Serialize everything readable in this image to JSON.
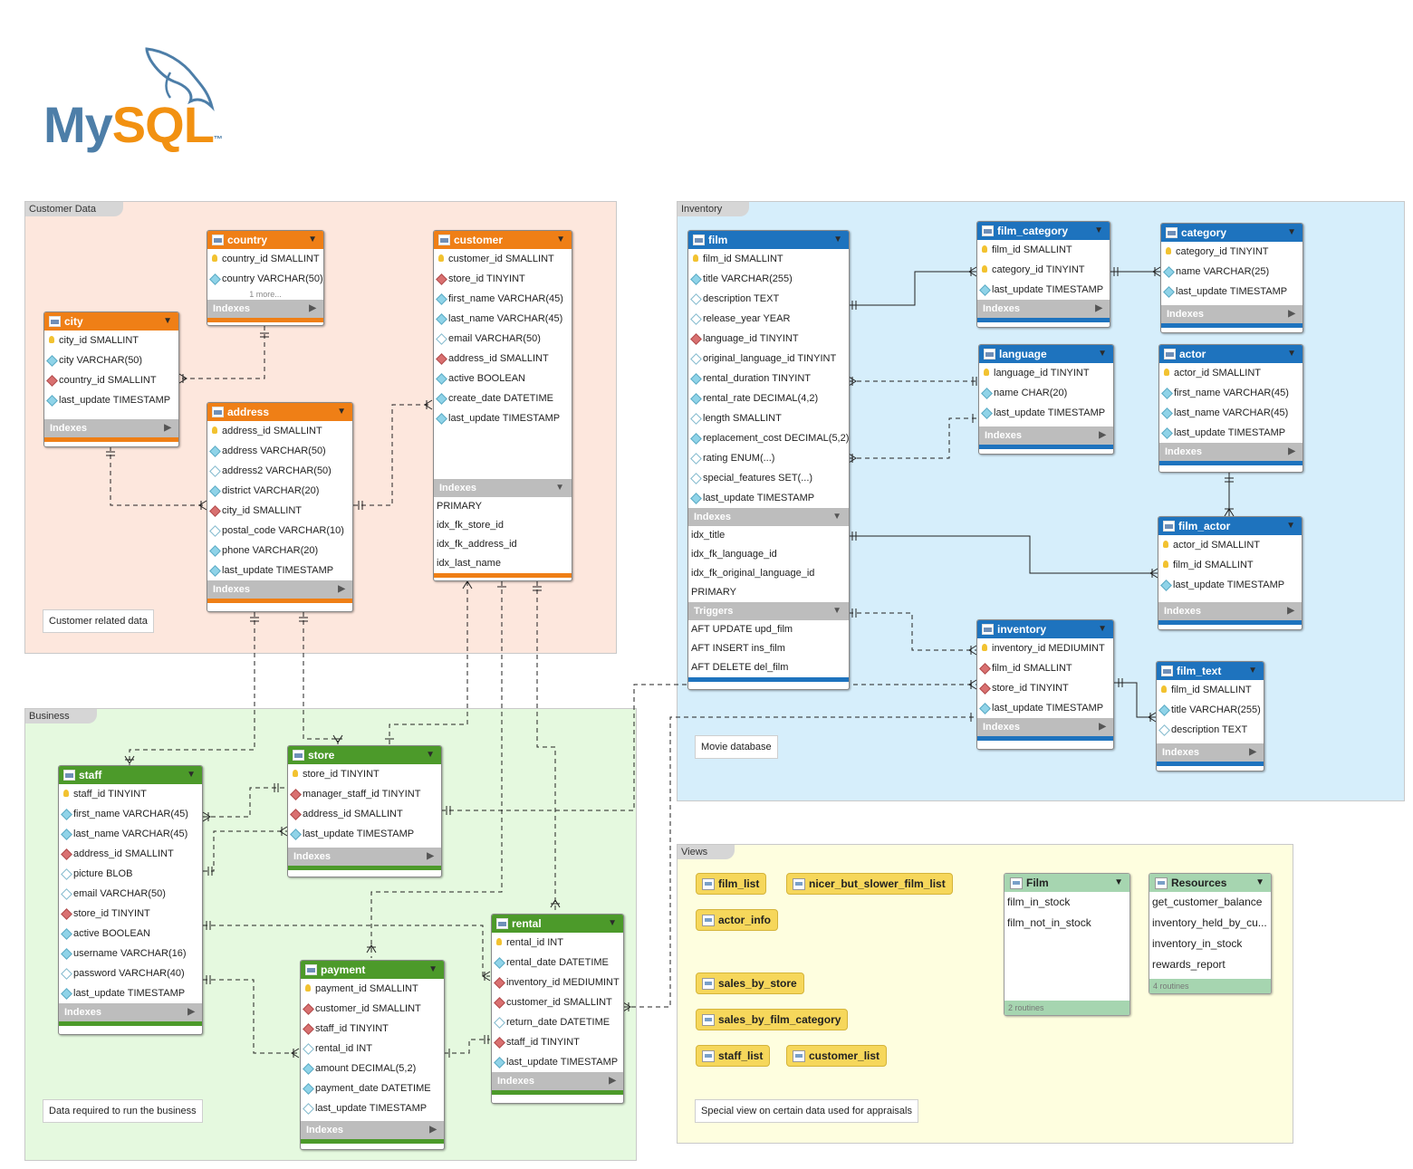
{
  "logo": {
    "text": "MySQL",
    "tm": "™"
  },
  "regions": {
    "customer": "Customer Data",
    "inventory": "Inventory",
    "business": "Business",
    "views": "Views"
  },
  "notes": {
    "customer": "Customer related data",
    "inventory": "Movie database",
    "business": "Data required to run the business",
    "views": "Special view on certain data used for appraisals"
  },
  "labels": {
    "indexes": "Indexes",
    "triggers": "Triggers"
  },
  "tables": {
    "country": {
      "name": "country",
      "columns": [
        {
          "t": "pk",
          "text": "country_id SMALLINT"
        },
        {
          "t": "nn",
          "text": "country VARCHAR(50)"
        }
      ],
      "more": "1 more..."
    },
    "city": {
      "name": "city",
      "columns": [
        {
          "t": "pk",
          "text": "city_id SMALLINT"
        },
        {
          "t": "nn",
          "text": "city VARCHAR(50)"
        },
        {
          "t": "fk",
          "text": "country_id SMALLINT"
        },
        {
          "t": "nn",
          "text": "last_update TIMESTAMP"
        }
      ]
    },
    "address": {
      "name": "address",
      "columns": [
        {
          "t": "pk",
          "text": "address_id SMALLINT"
        },
        {
          "t": "nn",
          "text": "address VARCHAR(50)"
        },
        {
          "t": "nl",
          "text": "address2 VARCHAR(50)"
        },
        {
          "t": "nn",
          "text": "district VARCHAR(20)"
        },
        {
          "t": "fk",
          "text": "city_id SMALLINT"
        },
        {
          "t": "nl",
          "text": "postal_code VARCHAR(10)"
        },
        {
          "t": "nn",
          "text": "phone VARCHAR(20)"
        },
        {
          "t": "nn",
          "text": "last_update TIMESTAMP"
        }
      ]
    },
    "customer": {
      "name": "customer",
      "columns": [
        {
          "t": "pk",
          "text": "customer_id SMALLINT"
        },
        {
          "t": "fk",
          "text": "store_id TINYINT"
        },
        {
          "t": "nn",
          "text": "first_name VARCHAR(45)"
        },
        {
          "t": "nn",
          "text": "last_name VARCHAR(45)"
        },
        {
          "t": "nl",
          "text": "email VARCHAR(50)"
        },
        {
          "t": "fk",
          "text": "address_id SMALLINT"
        },
        {
          "t": "nn",
          "text": "active BOOLEAN"
        },
        {
          "t": "nn",
          "text": "create_date DATETIME"
        },
        {
          "t": "nn",
          "text": "last_update TIMESTAMP"
        }
      ],
      "indexes": [
        "PRIMARY",
        "idx_fk_store_id",
        "idx_fk_address_id",
        "idx_last_name"
      ]
    },
    "film": {
      "name": "film",
      "columns": [
        {
          "t": "pk",
          "text": "film_id SMALLINT"
        },
        {
          "t": "nn",
          "text": "title VARCHAR(255)"
        },
        {
          "t": "nl",
          "text": "description TEXT"
        },
        {
          "t": "nl",
          "text": "release_year YEAR"
        },
        {
          "t": "fk",
          "text": "language_id TINYINT"
        },
        {
          "t": "nl",
          "text": "original_language_id TINYINT"
        },
        {
          "t": "nn",
          "text": "rental_duration TINYINT"
        },
        {
          "t": "nn",
          "text": "rental_rate DECIMAL(4,2)"
        },
        {
          "t": "nl",
          "text": "length SMALLINT"
        },
        {
          "t": "nn",
          "text": "replacement_cost DECIMAL(5,2)"
        },
        {
          "t": "nl",
          "text": "rating ENUM(...)"
        },
        {
          "t": "nl",
          "text": "special_features SET(...)"
        },
        {
          "t": "nn",
          "text": "last_update TIMESTAMP"
        }
      ],
      "indexes": [
        "idx_title",
        "idx_fk_language_id",
        "idx_fk_original_language_id",
        "PRIMARY"
      ],
      "triggers": [
        "AFT UPDATE upd_film",
        "AFT INSERT ins_film",
        "AFT DELETE del_film"
      ]
    },
    "film_category": {
      "name": "film_category",
      "columns": [
        {
          "t": "pk",
          "text": "film_id SMALLINT"
        },
        {
          "t": "pk",
          "text": "category_id TINYINT"
        },
        {
          "t": "nn",
          "text": "last_update TIMESTAMP"
        }
      ]
    },
    "category": {
      "name": "category",
      "columns": [
        {
          "t": "pk",
          "text": "category_id TINYINT"
        },
        {
          "t": "nn",
          "text": "name VARCHAR(25)"
        },
        {
          "t": "nn",
          "text": "last_update TIMESTAMP"
        }
      ]
    },
    "language": {
      "name": "language",
      "columns": [
        {
          "t": "pk",
          "text": "language_id TINYINT"
        },
        {
          "t": "nn",
          "text": "name CHAR(20)"
        },
        {
          "t": "nn",
          "text": "last_update TIMESTAMP"
        }
      ]
    },
    "actor": {
      "name": "actor",
      "columns": [
        {
          "t": "pk",
          "text": "actor_id SMALLINT"
        },
        {
          "t": "nn",
          "text": "first_name VARCHAR(45)"
        },
        {
          "t": "nn",
          "text": "last_name VARCHAR(45)"
        },
        {
          "t": "nn",
          "text": "last_update TIMESTAMP"
        }
      ]
    },
    "film_actor": {
      "name": "film_actor",
      "columns": [
        {
          "t": "pk",
          "text": "actor_id SMALLINT"
        },
        {
          "t": "pk",
          "text": "film_id SMALLINT"
        },
        {
          "t": "nn",
          "text": "last_update TIMESTAMP"
        }
      ]
    },
    "inventory": {
      "name": "inventory",
      "columns": [
        {
          "t": "pk",
          "text": "inventory_id MEDIUMINT"
        },
        {
          "t": "fk",
          "text": "film_id SMALLINT"
        },
        {
          "t": "fk",
          "text": "store_id TINYINT"
        },
        {
          "t": "nn",
          "text": "last_update TIMESTAMP"
        }
      ]
    },
    "film_text": {
      "name": "film_text",
      "columns": [
        {
          "t": "pk",
          "text": "film_id SMALLINT"
        },
        {
          "t": "nn",
          "text": "title VARCHAR(255)"
        },
        {
          "t": "nl",
          "text": "description TEXT"
        }
      ]
    },
    "staff": {
      "name": "staff",
      "columns": [
        {
          "t": "pk",
          "text": "staff_id TINYINT"
        },
        {
          "t": "nn",
          "text": "first_name VARCHAR(45)"
        },
        {
          "t": "nn",
          "text": "last_name VARCHAR(45)"
        },
        {
          "t": "fk",
          "text": "address_id SMALLINT"
        },
        {
          "t": "nl",
          "text": "picture BLOB"
        },
        {
          "t": "nl",
          "text": "email VARCHAR(50)"
        },
        {
          "t": "fk",
          "text": "store_id TINYINT"
        },
        {
          "t": "nn",
          "text": "active BOOLEAN"
        },
        {
          "t": "nn",
          "text": "username VARCHAR(16)"
        },
        {
          "t": "nl",
          "text": "password VARCHAR(40)"
        },
        {
          "t": "nn",
          "text": "last_update TIMESTAMP"
        }
      ]
    },
    "store": {
      "name": "store",
      "columns": [
        {
          "t": "pk",
          "text": "store_id TINYINT"
        },
        {
          "t": "fk",
          "text": "manager_staff_id TINYINT"
        },
        {
          "t": "fk",
          "text": "address_id SMALLINT"
        },
        {
          "t": "nn",
          "text": "last_update TIMESTAMP"
        }
      ]
    },
    "payment": {
      "name": "payment",
      "columns": [
        {
          "t": "pk",
          "text": "payment_id SMALLINT"
        },
        {
          "t": "fk",
          "text": "customer_id SMALLINT"
        },
        {
          "t": "fk",
          "text": "staff_id TINYINT"
        },
        {
          "t": "nl",
          "text": "rental_id INT"
        },
        {
          "t": "nn",
          "text": "amount DECIMAL(5,2)"
        },
        {
          "t": "nn",
          "text": "payment_date DATETIME"
        },
        {
          "t": "nl",
          "text": "last_update TIMESTAMP"
        }
      ]
    },
    "rental": {
      "name": "rental",
      "columns": [
        {
          "t": "pk",
          "text": "rental_id INT"
        },
        {
          "t": "nn",
          "text": "rental_date DATETIME"
        },
        {
          "t": "fk",
          "text": "inventory_id MEDIUMINT"
        },
        {
          "t": "fk",
          "text": "customer_id SMALLINT"
        },
        {
          "t": "nl",
          "text": "return_date DATETIME"
        },
        {
          "t": "fk",
          "text": "staff_id TINYINT"
        },
        {
          "t": "nn",
          "text": "last_update TIMESTAMP"
        }
      ]
    }
  },
  "views": [
    "film_list",
    "nicer_but_slower_film_list",
    "actor_info",
    "sales_by_store",
    "sales_by_film_category",
    "staff_list",
    "customer_list"
  ],
  "routine_groups": [
    {
      "name": "Film",
      "items": [
        "film_in_stock",
        "film_not_in_stock"
      ],
      "count": "2 routines"
    },
    {
      "name": "Resources",
      "items": [
        "get_customer_balance",
        "inventory_held_by_cu...",
        "inventory_in_stock",
        "rewards_report"
      ],
      "count": "4 routines"
    }
  ],
  "colors": {
    "customer_region": "#fde7dd",
    "inventory_region": "#d6eefb",
    "business_region": "#e5f9df",
    "views_region": "#fefedf",
    "orange": "#ef7f16",
    "blue": "#1e73be",
    "green": "#4c9a2a"
  }
}
